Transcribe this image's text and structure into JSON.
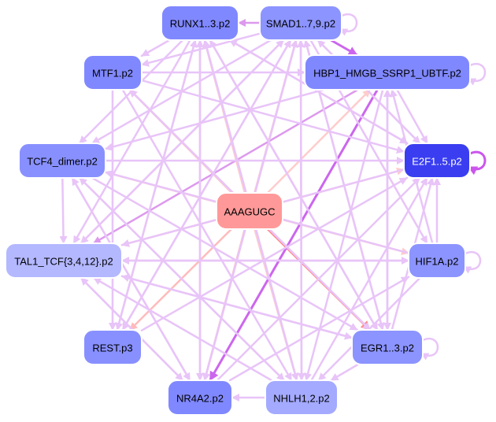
{
  "diagram": {
    "center": {
      "id": "AAAGUGC",
      "label": "AAAGUGC",
      "fill": "#ff9999",
      "text_color": "#000000"
    },
    "nodes": [
      {
        "id": "RUNX1..3.p2",
        "label": "RUNX1..3.p2",
        "fill": "#8088ff",
        "text_color": "#000000"
      },
      {
        "id": "SMAD1..7,9.p2",
        "label": "SMAD1..7,9.p2",
        "fill": "#8c94ff",
        "text_color": "#000000"
      },
      {
        "id": "MTF1.p2",
        "label": "MTF1.p2",
        "fill": "#8088ff",
        "text_color": "#000000"
      },
      {
        "id": "HBP1_HMGB_SSRP1_UBTF.p2",
        "label": "HBP1_HMGB_SSRP1_UBTF.p2",
        "fill": "#8088ff",
        "text_color": "#000000"
      },
      {
        "id": "TCF4_dimer.p2",
        "label": "TCF4_dimer.p2",
        "fill": "#8890ff",
        "text_color": "#000000"
      },
      {
        "id": "E2F1..5.p2",
        "label": "E2F1..5.p2",
        "fill": "#3a3ef0",
        "text_color": "#ffffff"
      },
      {
        "id": "TAL1_TCF{3,4,12}.p2",
        "label": "TAL1_TCF{3,4,12}.p2",
        "fill": "#b4b8ff",
        "text_color": "#000000"
      },
      {
        "id": "HIF1A.p2",
        "label": "HIF1A.p2",
        "fill": "#8c94ff",
        "text_color": "#000000"
      },
      {
        "id": "REST.p3",
        "label": "REST.p3",
        "fill": "#8890ff",
        "text_color": "#000000"
      },
      {
        "id": "EGR1..3.p2",
        "label": "EGR1..3.p2",
        "fill": "#8c94ff",
        "text_color": "#000000"
      },
      {
        "id": "NR4A2.p2",
        "label": "NR4A2.p2",
        "fill": "#8088ff",
        "text_color": "#000000"
      },
      {
        "id": "NHLH1,2.p2",
        "label": "NHLH1,2.p2",
        "fill": "#a4aaff",
        "text_color": "#000000"
      }
    ],
    "edges": [
      {
        "from": "AAAGUGC",
        "to": "RUNX1..3.p2",
        "color": "#ffcccc"
      },
      {
        "from": "AAAGUGC",
        "to": "SMAD1..7,9.p2",
        "color": "#ffcccc"
      },
      {
        "from": "AAAGUGC",
        "to": "MTF1.p2",
        "color": "#ffcccc"
      },
      {
        "from": "AAAGUGC",
        "to": "TCF4_dimer.p2",
        "color": "#ffcccc"
      },
      {
        "from": "AAAGUGC",
        "to": "E2F1..5.p2",
        "color": "#ffcccc"
      },
      {
        "from": "AAAGUGC",
        "to": "TAL1_TCF{3,4,12}.p2",
        "color": "#ffcccc"
      },
      {
        "from": "AAAGUGC",
        "to": "HIF1A.p2",
        "color": "#ffcccc"
      },
      {
        "from": "AAAGUGC",
        "to": "REST.p3",
        "color": "#ffbbbb"
      },
      {
        "from": "AAAGUGC",
        "to": "EGR1..3.p2",
        "color": "#ff8888"
      },
      {
        "from": "AAAGUGC",
        "to": "NR4A2.p2",
        "color": "#ffbbbb"
      },
      {
        "from": "AAAGUGC",
        "to": "NHLH1,2.p2",
        "color": "#ffcccc"
      },
      {
        "from": "AAAGUGC",
        "to": "HBP1_HMGB_SSRP1_UBTF.p2",
        "color": "#ffcccc"
      },
      {
        "from": "HBP1_HMGB_SSRP1_UBTF.p2",
        "to": "NR4A2.p2",
        "color": "#cc66ee"
      },
      {
        "from": "SMAD1..7,9.p2",
        "to": "HBP1_HMGB_SSRP1_UBTF.p2",
        "color": "#cc66ee"
      },
      {
        "from": "HBP1_HMGB_SSRP1_UBTF.p2",
        "to": "TAL1_TCF{3,4,12}.p2",
        "color": "#dd99ee"
      },
      {
        "from": "RUNX1..3.p2",
        "to": "MTF1.p2",
        "color": "#e8c4f8"
      },
      {
        "from": "RUNX1..3.p2",
        "to": "TCF4_dimer.p2",
        "color": "#e8c4f8"
      },
      {
        "from": "RUNX1..3.p2",
        "to": "TAL1_TCF{3,4,12}.p2",
        "color": "#e8c4f8"
      },
      {
        "from": "RUNX1..3.p2",
        "to": "E2F1..5.p2",
        "color": "#e8c4f8"
      },
      {
        "from": "RUNX1..3.p2",
        "to": "EGR1..3.p2",
        "color": "#e8c4f8"
      },
      {
        "from": "RUNX1..3.p2",
        "to": "NHLH1,2.p2",
        "color": "#e8c4f8"
      },
      {
        "from": "RUNX1..3.p2",
        "to": "NR4A2.p2",
        "color": "#e8c4f8"
      },
      {
        "from": "RUNX1..3.p2",
        "to": "REST.p3",
        "color": "#e8c4f8"
      },
      {
        "from": "SMAD1..7,9.p2",
        "to": "RUNX1..3.p2",
        "color": "#dd99ee"
      },
      {
        "from": "SMAD1..7,9.p2",
        "to": "MTF1.p2",
        "color": "#e8c4f8"
      },
      {
        "from": "SMAD1..7,9.p2",
        "to": "TCF4_dimer.p2",
        "color": "#e8c4f8"
      },
      {
        "from": "SMAD1..7,9.p2",
        "to": "TAL1_TCF{3,4,12}.p2",
        "color": "#e8c4f8"
      },
      {
        "from": "SMAD1..7,9.p2",
        "to": "E2F1..5.p2",
        "color": "#e8c4f8"
      },
      {
        "from": "SMAD1..7,9.p2",
        "to": "HIF1A.p2",
        "color": "#e8c4f8"
      },
      {
        "from": "SMAD1..7,9.p2",
        "to": "EGR1..3.p2",
        "color": "#e8c4f8"
      },
      {
        "from": "SMAD1..7,9.p2",
        "to": "NHLH1,2.p2",
        "color": "#e8c4f8"
      },
      {
        "from": "SMAD1..7,9.p2",
        "to": "NR4A2.p2",
        "color": "#e8c4f8"
      },
      {
        "from": "SMAD1..7,9.p2",
        "to": "REST.p3",
        "color": "#e8c4f8"
      },
      {
        "from": "MTF1.p2",
        "to": "HBP1_HMGB_SSRP1_UBTF.p2",
        "color": "#e8c4f8"
      },
      {
        "from": "MTF1.p2",
        "to": "E2F1..5.p2",
        "color": "#e8c4f8"
      },
      {
        "from": "MTF1.p2",
        "to": "EGR1..3.p2",
        "color": "#e8c4f8"
      },
      {
        "from": "MTF1.p2",
        "to": "NHLH1,2.p2",
        "color": "#e8c4f8"
      },
      {
        "from": "MTF1.p2",
        "to": "REST.p3",
        "color": "#e8c4f8"
      },
      {
        "from": "HBP1_HMGB_SSRP1_UBTF.p2",
        "to": "TCF4_dimer.p2",
        "color": "#e8c4f8"
      },
      {
        "from": "HBP1_HMGB_SSRP1_UBTF.p2",
        "to": "E2F1..5.p2",
        "color": "#e8c4f8"
      },
      {
        "from": "HBP1_HMGB_SSRP1_UBTF.p2",
        "to": "EGR1..3.p2",
        "color": "#e8c4f8"
      },
      {
        "from": "HBP1_HMGB_SSRP1_UBTF.p2",
        "to": "NHLH1,2.p2",
        "color": "#e8c4f8"
      },
      {
        "from": "TCF4_dimer.p2",
        "to": "E2F1..5.p2",
        "color": "#e8c4f8"
      },
      {
        "from": "TCF4_dimer.p2",
        "to": "TAL1_TCF{3,4,12}.p2",
        "color": "#e8c4f8"
      },
      {
        "from": "TCF4_dimer.p2",
        "to": "EGR1..3.p2",
        "color": "#e8c4f8"
      },
      {
        "from": "TCF4_dimer.p2",
        "to": "NR4A2.p2",
        "color": "#e8c4f8"
      },
      {
        "from": "TCF4_dimer.p2",
        "to": "NHLH1,2.p2",
        "color": "#e8c4f8"
      },
      {
        "from": "E2F1..5.p2",
        "to": "TAL1_TCF{3,4,12}.p2",
        "color": "#e8c4f8"
      },
      {
        "from": "E2F1..5.p2",
        "to": "SMAD1..7,9.p2",
        "color": "#e8c4f8"
      },
      {
        "from": "E2F1..5.p2",
        "to": "RUNX1..3.p2",
        "color": "#e8c4f8"
      },
      {
        "from": "HIF1A.p2",
        "to": "E2F1..5.p2",
        "color": "#e8c4f8"
      },
      {
        "from": "HIF1A.p2",
        "to": "TAL1_TCF{3,4,12}.p2",
        "color": "#e8c4f8"
      },
      {
        "from": "HIF1A.p2",
        "to": "NHLH1,2.p2",
        "color": "#e8c4f8"
      },
      {
        "from": "HIF1A.p2",
        "to": "HBP1_HMGB_SSRP1_UBTF.p2",
        "color": "#e8c4f8"
      },
      {
        "from": "HIF1A.p2",
        "to": "TCF4_dimer.p2",
        "color": "#e8c4f8"
      },
      {
        "from": "EGR1..3.p2",
        "to": "E2F1..5.p2",
        "color": "#e8c4f8"
      },
      {
        "from": "EGR1..3.p2",
        "to": "TAL1_TCF{3,4,12}.p2",
        "color": "#e8c4f8"
      },
      {
        "from": "EGR1..3.p2",
        "to": "SMAD1..7,9.p2",
        "color": "#e8c4f8"
      },
      {
        "from": "EGR1..3.p2",
        "to": "RUNX1..3.p2",
        "color": "#e8c4f8"
      },
      {
        "from": "EGR1..3.p2",
        "to": "HBP1_HMGB_SSRP1_UBTF.p2",
        "color": "#e8c4f8"
      },
      {
        "from": "EGR1..3.p2",
        "to": "MTF1.p2",
        "color": "#e8c4f8"
      },
      {
        "from": "EGR1..3.p2",
        "to": "NHLH1,2.p2",
        "color": "#e8c4f8"
      },
      {
        "from": "NHLH1,2.p2",
        "to": "NR4A2.p2",
        "color": "#e8c4f8"
      },
      {
        "from": "NHLH1,2.p2",
        "to": "E2F1..5.p2",
        "color": "#e8c4f8"
      },
      {
        "from": "NHLH1,2.p2",
        "to": "SMAD1..7,9.p2",
        "color": "#e8c4f8"
      },
      {
        "from": "NHLH1,2.p2",
        "to": "RUNX1..3.p2",
        "color": "#e8c4f8"
      },
      {
        "from": "NHLH1,2.p2",
        "to": "TCF4_dimer.p2",
        "color": "#e8c4f8"
      },
      {
        "from": "NHLH1,2.p2",
        "to": "TAL1_TCF{3,4,12}.p2",
        "color": "#e8c4f8"
      },
      {
        "from": "NR4A2.p2",
        "to": "SMAD1..7,9.p2",
        "color": "#e8c4f8"
      },
      {
        "from": "NR4A2.p2",
        "to": "RUNX1..3.p2",
        "color": "#e8c4f8"
      },
      {
        "from": "NR4A2.p2",
        "to": "TAL1_TCF{3,4,12}.p2",
        "color": "#e8c4f8"
      },
      {
        "from": "NR4A2.p2",
        "to": "HIF1A.p2",
        "color": "#e8c4f8"
      },
      {
        "from": "NR4A2.p2",
        "to": "E2F1..5.p2",
        "color": "#e8c4f8"
      },
      {
        "from": "NR4A2.p2",
        "to": "TCF4_dimer.p2",
        "color": "#e8c4f8"
      },
      {
        "from": "REST.p3",
        "to": "SMAD1..7,9.p2",
        "color": "#e8c4f8"
      },
      {
        "from": "REST.p3",
        "to": "E2F1..5.p2",
        "color": "#e8c4f8"
      },
      {
        "from": "REST.p3",
        "to": "RUNX1..3.p2",
        "color": "#e8c4f8"
      },
      {
        "from": "TAL1_TCF{3,4,12}.p2",
        "to": "SMAD1..7,9.p2",
        "color": "#e8c4f8"
      },
      {
        "from": "TAL1_TCF{3,4,12}.p2",
        "to": "EGR1..3.p2",
        "color": "#e8c4f8"
      },
      {
        "from": "TAL1_TCF{3,4,12}.p2",
        "to": "NR4A2.p2",
        "color": "#e8c4f8"
      },
      {
        "from": "TAL1_TCF{3,4,12}.p2",
        "to": "HIF1A.p2",
        "color": "#e8c4f8"
      }
    ],
    "self_loops": [
      {
        "node": "SMAD1..7,9.p2",
        "color": "#e8c4f8"
      },
      {
        "node": "HBP1_HMGB_SSRP1_UBTF.p2",
        "color": "#e8c4f8"
      },
      {
        "node": "E2F1..5.p2",
        "color": "#cc55ee"
      },
      {
        "node": "HIF1A.p2",
        "color": "#e8c4f8"
      },
      {
        "node": "EGR1..3.p2",
        "color": "#e8c4f8"
      }
    ]
  }
}
